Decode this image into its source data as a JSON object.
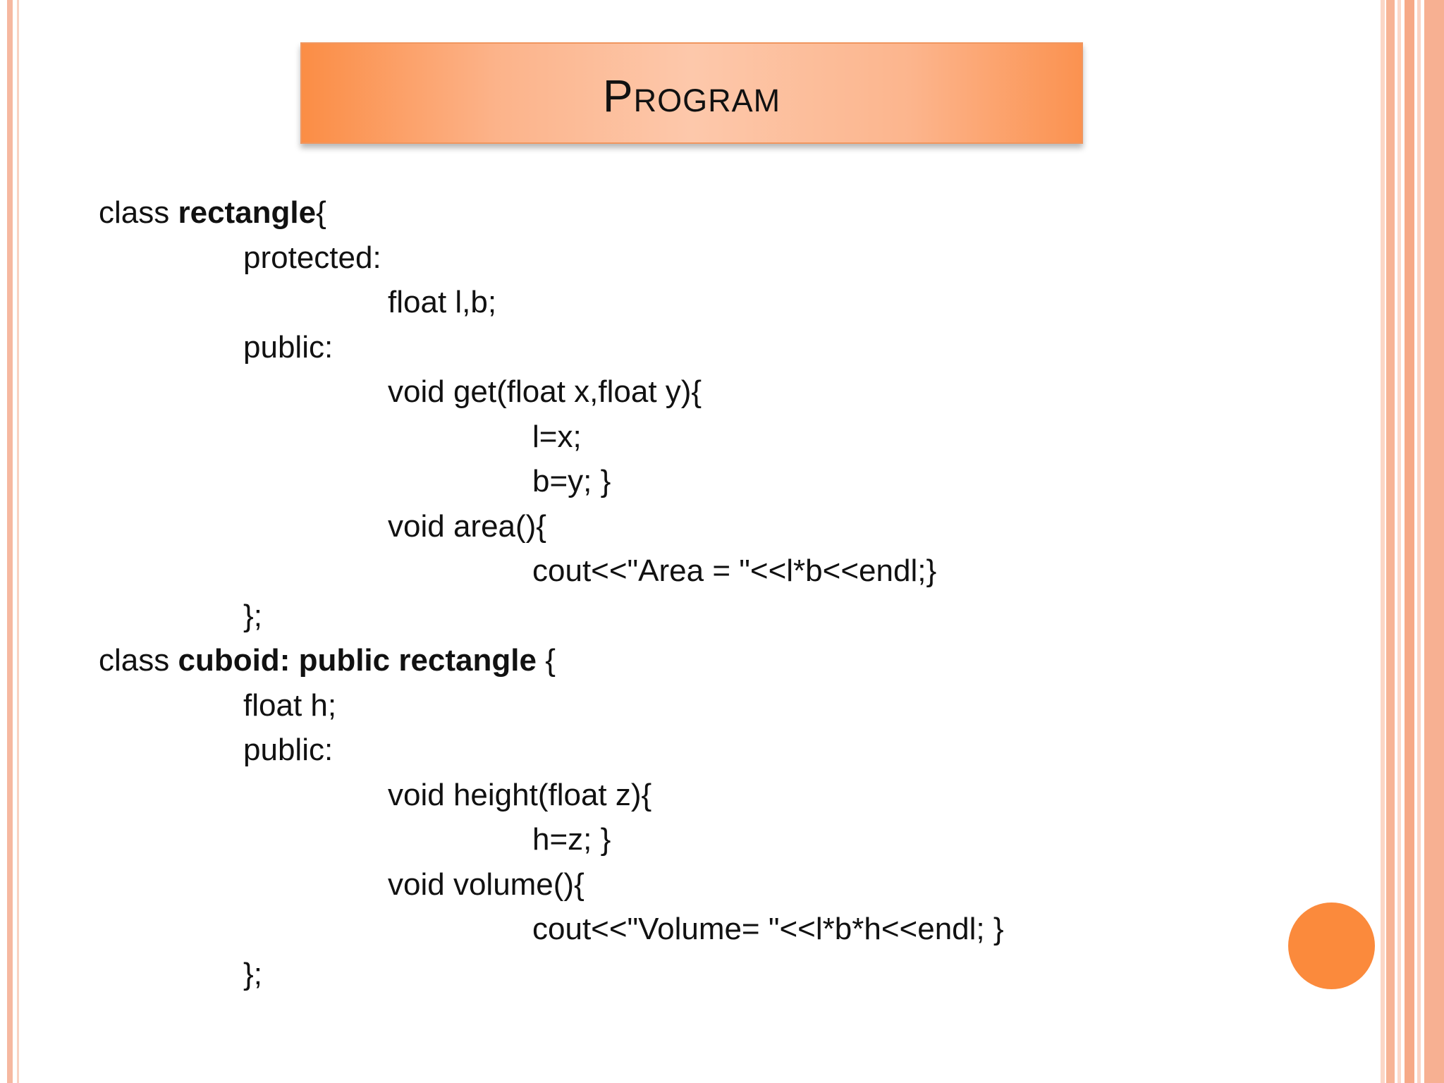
{
  "slide": {
    "title": "Program",
    "colors": {
      "title_gradient_edge": "#fb8d45",
      "title_gradient_center": "#fdc8ab",
      "accent_dot": "#fb8a3c",
      "border_stripe": "#f7b092",
      "text": "#111111"
    },
    "code": {
      "line1": {
        "pre": "class ",
        "bold": "rectangle",
        "post": "{"
      },
      "line2": "protected:",
      "line3": "float l,b;",
      "line4": "public:",
      "line5": "void get(float x,float y){",
      "line6": "l=x;",
      "line7": "b=y; }",
      "line8": "void area(){",
      "line9": "cout<<\"Area = \"<<l*b<<endl;}",
      "line10": "};",
      "line11": {
        "pre": "class ",
        "bold": "cuboid: public rectangle",
        "post": " {"
      },
      "line12": "float h;",
      "line13": "public:",
      "line14": "void height(float z){",
      "line15": "h=z; }",
      "line16": "void volume(){",
      "line17": "cout<<\"Volume= \"<<l*b*h<<endl; }",
      "line18": "};"
    }
  }
}
